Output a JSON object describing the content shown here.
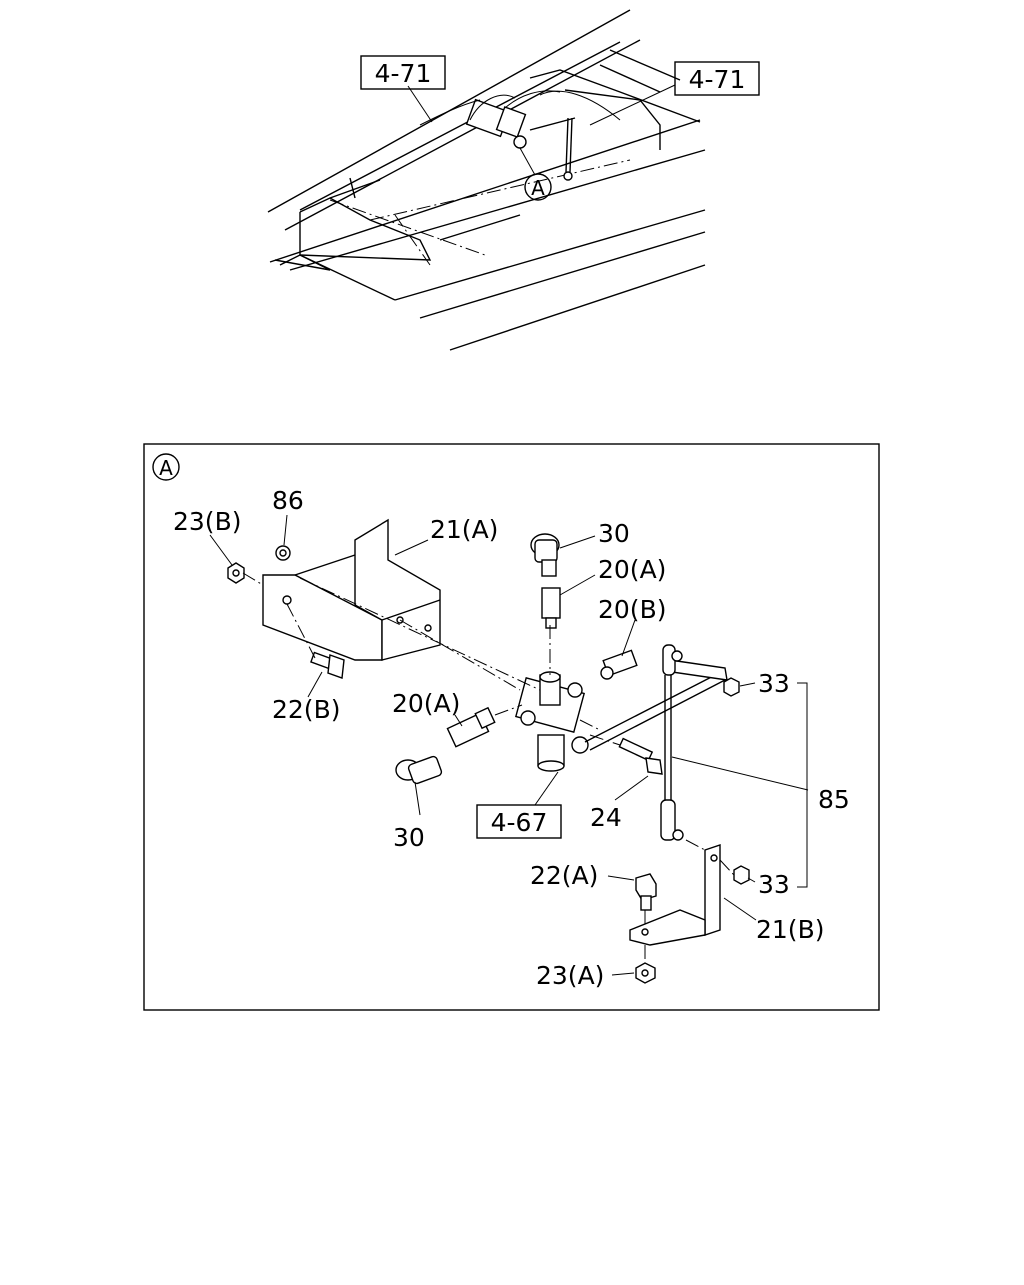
{
  "overview": {
    "ref_left": "4-71",
    "ref_right": "4-71",
    "callout": "A"
  },
  "detail": {
    "view_marker": "A",
    "ref_center": "4-67",
    "labels": {
      "l_23b": "23(B)",
      "l_86": "86",
      "l_21a": "21(A)",
      "l_30_top": "30",
      "l_20a_top": "20(A)",
      "l_20b": "20(B)",
      "l_33_top": "33",
      "l_22b": "22(B)",
      "l_20a_left": "20(A)",
      "l_85": "85",
      "l_24": "24",
      "l_30_bottom": "30",
      "l_22a": "22(A)",
      "l_33_bottom": "33",
      "l_21b": "21(B)",
      "l_23a": "23(A)"
    }
  }
}
